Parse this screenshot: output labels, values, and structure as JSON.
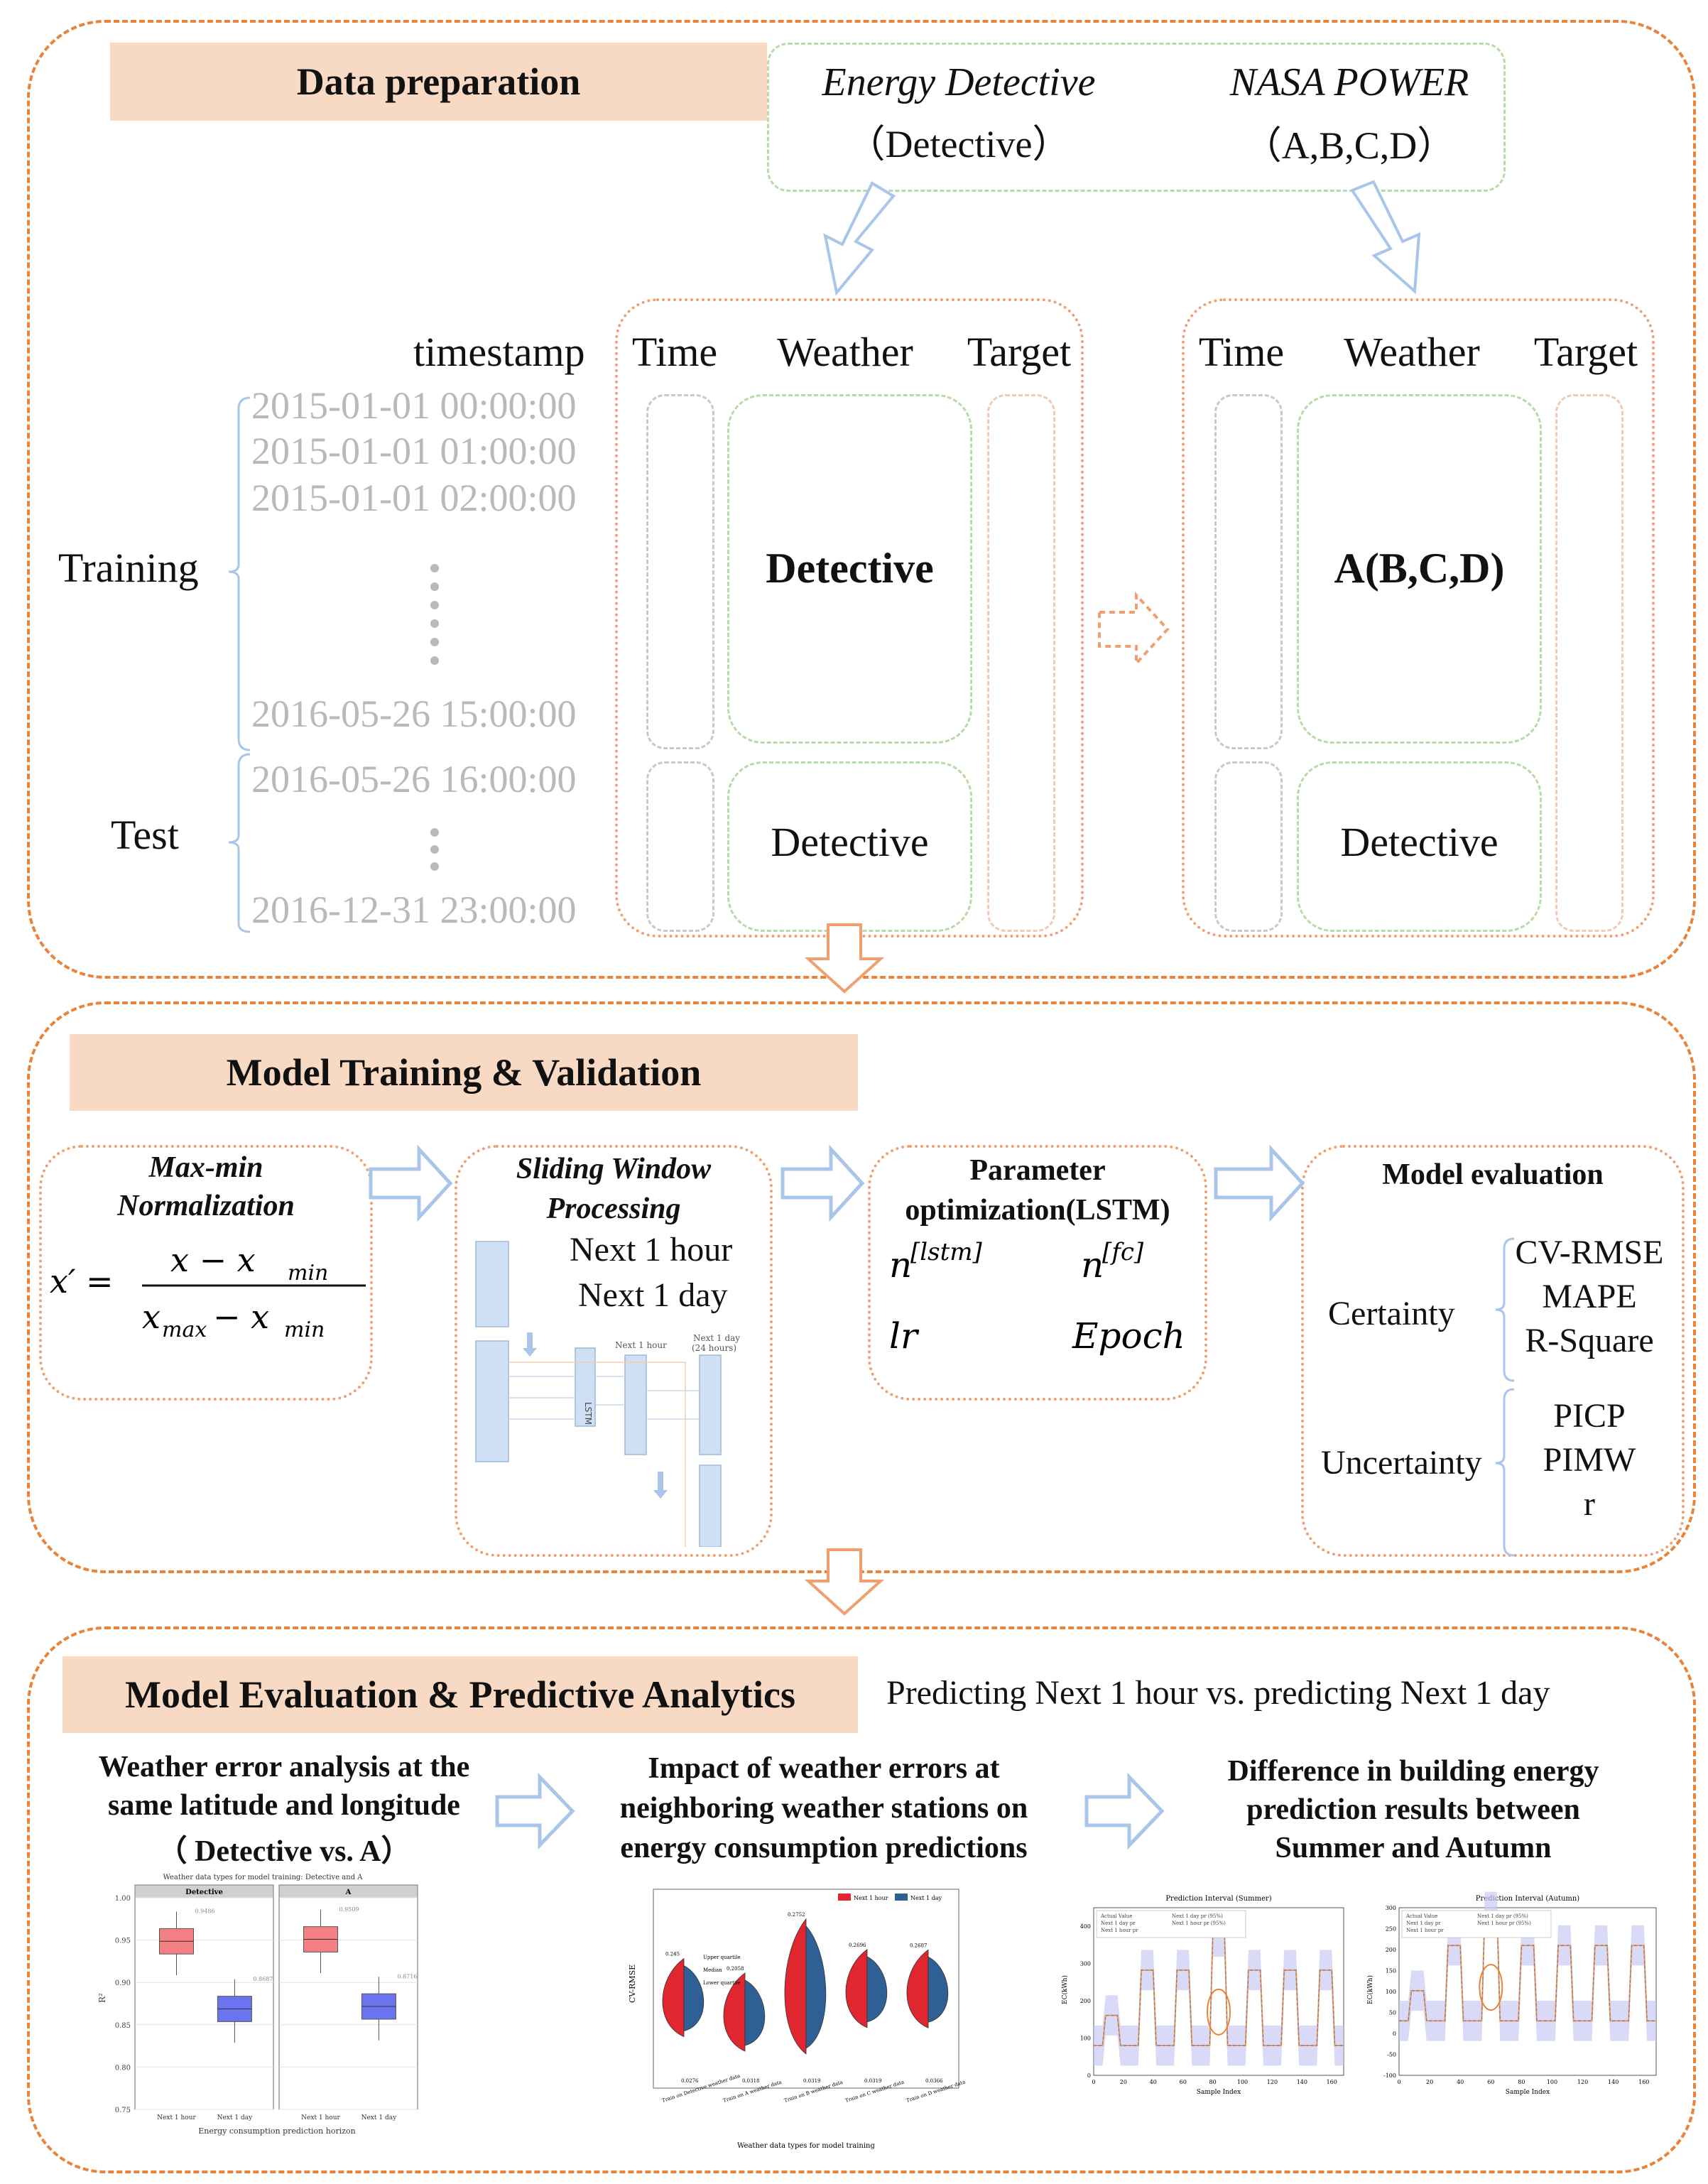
{
  "section1": {
    "title": "Data preparation",
    "source1_name": "Energy Detective",
    "source1_sub": "（Detective）",
    "source2_name": "NASA POWER",
    "source2_sub": "（A,B,C,D）",
    "timestamp_header": "timestamp",
    "timestamps_train": [
      "2015-01-01 00:00:00",
      "2015-01-01 01:00:00",
      "2015-01-01 02:00:00",
      "2016-05-26 15:00:00"
    ],
    "timestamps_test": [
      "2016-05-26 16:00:00",
      "2016-12-31 23:00:00"
    ],
    "training_label": "Training",
    "test_label": "Test",
    "columns": [
      "Time",
      "Weather",
      "Target"
    ],
    "left_train_weather": "Detective",
    "left_test_weather": "Detective",
    "right_train_weather": "A(B,C,D)",
    "right_test_weather": "Detective"
  },
  "section2": {
    "title": "Model Training & Validation",
    "norm_title_1": "Max-min",
    "norm_title_2": "Normalization",
    "sliding_title_1": "Sliding Window",
    "sliding_title_2": "Processing",
    "next_hour": "Next 1 hour",
    "next_day": "Next 1 day",
    "param_title_1": "Parameter",
    "param_title_2": "optimization(LSTM)",
    "eval_title": "Model evaluation",
    "certainty_label": "Certainty",
    "certainty_metrics": [
      "CV-RMSE",
      "MAPE",
      "R-Square"
    ],
    "uncertainty_label": "Uncertainty",
    "uncertainty_metrics": [
      "PICP",
      "PIMW",
      "r"
    ],
    "mini_labels": {
      "lstm": "LSTM",
      "hour": "Next 1 hour",
      "day": "Next 1 day",
      "day_sub": "(24 hours)"
    }
  },
  "section3": {
    "title": "Model Evaluation & Predictive Analytics",
    "subtitle": "Predicting Next 1 hour vs. predicting Next 1 day",
    "col1": [
      "Weather error analysis at the",
      "same latitude and longitude",
      "（ Detective vs. A）"
    ],
    "col2": [
      "Impact of weather errors at",
      "neighboring weather stations on",
      "energy consumption predictions"
    ],
    "col3": [
      "Difference in building energy",
      "prediction results between",
      "Summer and Autumn"
    ]
  },
  "chart_data": [
    {
      "type": "box",
      "title": "Weather data types for model training: Detective and A",
      "panels": [
        "Detective",
        "A"
      ],
      "categories": [
        "Next 1 hour",
        "Next 1 day"
      ],
      "xlabel": "Energy consumption prediction horizon",
      "ylabel": "R²",
      "ylim": [
        0.75,
        1.0
      ],
      "yticks": [
        0.75,
        0.8,
        0.85,
        0.9,
        0.95,
        1.0
      ],
      "series": [
        {
          "name": "Detective",
          "values": [
            0.9486,
            0.8687
          ]
        },
        {
          "name": "A",
          "values": [
            0.9509,
            0.8716
          ]
        }
      ]
    },
    {
      "type": "violin",
      "ylabel": "CV-RMSE",
      "xlabel": "Weather data types for model training",
      "legend": [
        "Next 1 hour",
        "Next 1 day"
      ],
      "categories": [
        "Train on Detective weather data",
        "Train on A weather data",
        "Train on B weather data",
        "Train on C weather data",
        "Train on D weather data"
      ],
      "series": [
        {
          "name": "Next 1 hour",
          "values": [
            0.0276,
            0.0318,
            0.0319,
            0.0319,
            0.0366
          ]
        },
        {
          "name": "Next 1 day",
          "values": [
            0.245,
            0.2058,
            0.2752,
            0.2696,
            0.2687
          ]
        }
      ],
      "annotations": [
        "Upper quartile",
        "Median",
        "Lower quartile"
      ]
    },
    {
      "type": "line",
      "title": "Prediction Interval (Summer)",
      "xlabel": "Sample Index",
      "ylabel": "EC(kWh)",
      "xlim": [
        0,
        168
      ],
      "ylim": [
        0,
        450
      ],
      "legend": [
        "Actual Value",
        "Next 1 day pr",
        "Next 1 hour pr",
        "Next 1 day pr (95%)",
        "Next 1 hour pr (95%)"
      ]
    },
    {
      "type": "line",
      "title": "Prediction Interval (Autumn)",
      "xlabel": "Sample Index",
      "ylabel": "EC(kWh)",
      "xlim": [
        0,
        168
      ],
      "ylim": [
        -100,
        300
      ],
      "legend": [
        "Actual Value",
        "Next 1 day pr",
        "Next 1 hour pr",
        "Next 1 day pr (95%)",
        "Next 1 hour pr (95%)"
      ]
    }
  ]
}
